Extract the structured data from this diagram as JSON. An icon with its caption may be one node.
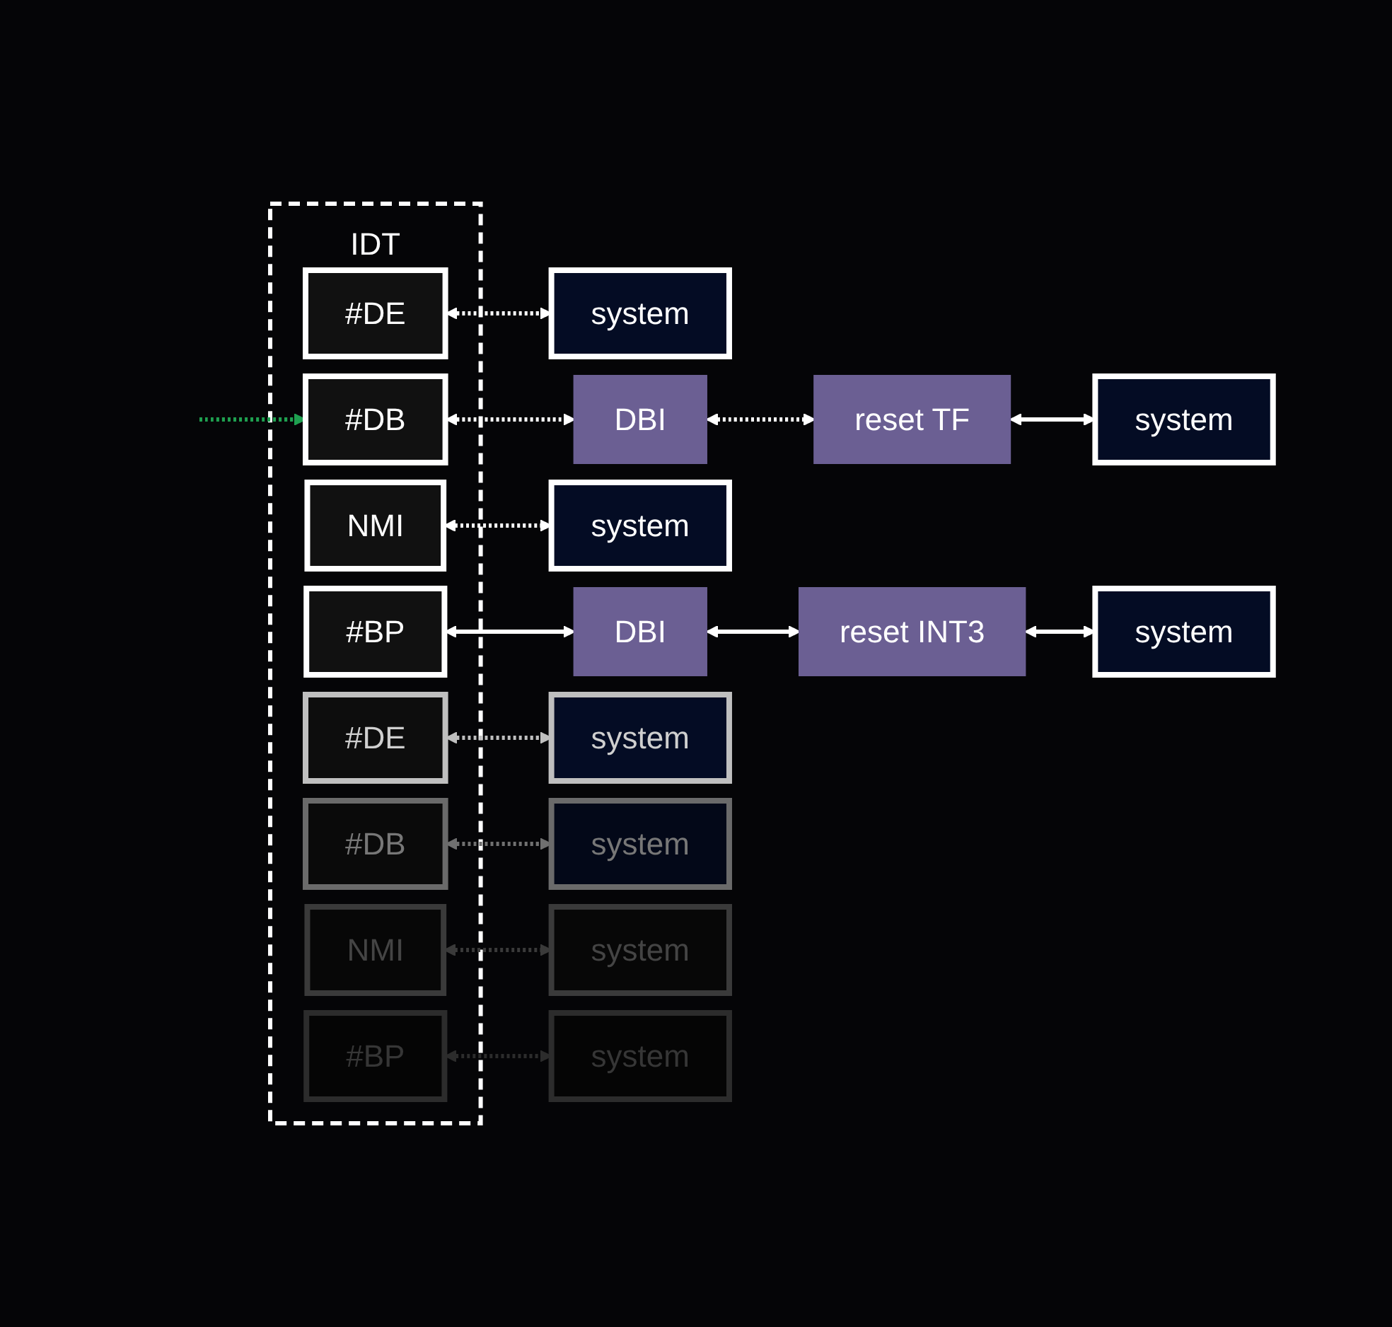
{
  "diagram": {
    "nodes": [
      {
        "text": [
          "IDT"
        ]
      },
      {
        "text": [
          "#DE"
        ],
        "in": 0
      },
      {
        "text": [
          "system"
        ]
      },
      {
        "text": [
          "#DB"
        ],
        "in": 0
      },
      {
        "text": [
          "DBI"
        ]
      },
      {
        "text": [
          "reset TF"
        ]
      },
      {
        "text": [
          "system"
        ]
      },
      {
        "text": [
          "NMI"
        ],
        "in": 0
      },
      {
        "text": [
          "system"
        ]
      },
      {
        "text": [
          "#BP"
        ],
        "in": 0
      },
      {
        "text": [
          "DBI"
        ]
      },
      {
        "text": [
          "reset INT3"
        ]
      },
      {
        "text": [
          "system"
        ]
      },
      {
        "text": [
          "#DE"
        ],
        "in": 0
      },
      {
        "text": [
          "system"
        ]
      },
      {
        "text": [
          "#DB"
        ],
        "in": 0
      },
      {
        "text": [
          "system"
        ]
      },
      {
        "text": [
          "NMI"
        ],
        "in": 0
      },
      {
        "text": [
          "system"
        ]
      },
      {
        "text": [
          "#BP"
        ],
        "in": 0
      },
      {
        "text": [
          "system"
        ]
      }
    ],
    "edges": [
      {
        "from": 1,
        "to": 2,
        "arrow": "both",
        "style": "dashed"
      },
      {
        "from": null,
        "to": 3,
        "arrow": "to",
        "style": "dashed",
        "color": "#1fa050"
      },
      {
        "from": 3,
        "to": 4,
        "arrow": "both",
        "style": "dashed"
      },
      {
        "from": 4,
        "to": 5,
        "arrow": "both",
        "style": "dashed"
      },
      {
        "from": 5,
        "to": 6,
        "arrow": "both"
      },
      {
        "from": 7,
        "to": 8,
        "arrow": "both",
        "style": "dashed"
      },
      {
        "from": 9,
        "to": 10,
        "arrow": "both"
      },
      {
        "from": 10,
        "to": 11,
        "arrow": "both"
      },
      {
        "from": 11,
        "to": 12,
        "arrow": "both"
      },
      {
        "from": 13,
        "to": 14,
        "arrow": "both",
        "style": "dashed",
        "color": "#bfbfbf"
      },
      {
        "from": 15,
        "to": 16,
        "arrow": "both",
        "style": "dashed",
        "color": "#707070"
      },
      {
        "from": 17,
        "to": 18,
        "arrow": "both",
        "style": "dashed",
        "color": "#3a3a3a"
      },
      {
        "from": 19,
        "to": 20,
        "arrow": "both",
        "style": "dashed",
        "color": "#2c2c2c"
      }
    ]
  }
}
